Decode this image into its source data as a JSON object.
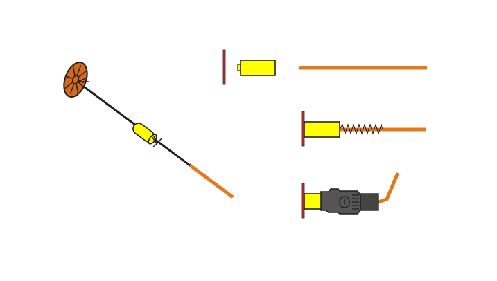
{
  "diagram": {
    "colors": {
      "background": "#ffffff",
      "wire": "#e07c1e",
      "ferrule": "#ffff00",
      "plate": "#a52a2a",
      "outline": "#231f20",
      "wheel": "#d2691e",
      "connector_body": "#555555",
      "connector_tail": "#444444"
    },
    "illustrations": [
      {
        "name": "wire-strand-with-wheel-and-ferrule",
        "icon": "angled-wire-with-spoked-wheel-and-yellow-sleeve"
      },
      {
        "name": "unassembled-ferrule-and-wire",
        "icon": "separate-plate-ferrule-wire"
      },
      {
        "name": "crimped-ferrule-with-spring",
        "icon": "plate-ferrule-spring-wire"
      },
      {
        "name": "assembled-connector",
        "icon": "plate-ferrule-dark-connector-bent-wire"
      }
    ]
  }
}
